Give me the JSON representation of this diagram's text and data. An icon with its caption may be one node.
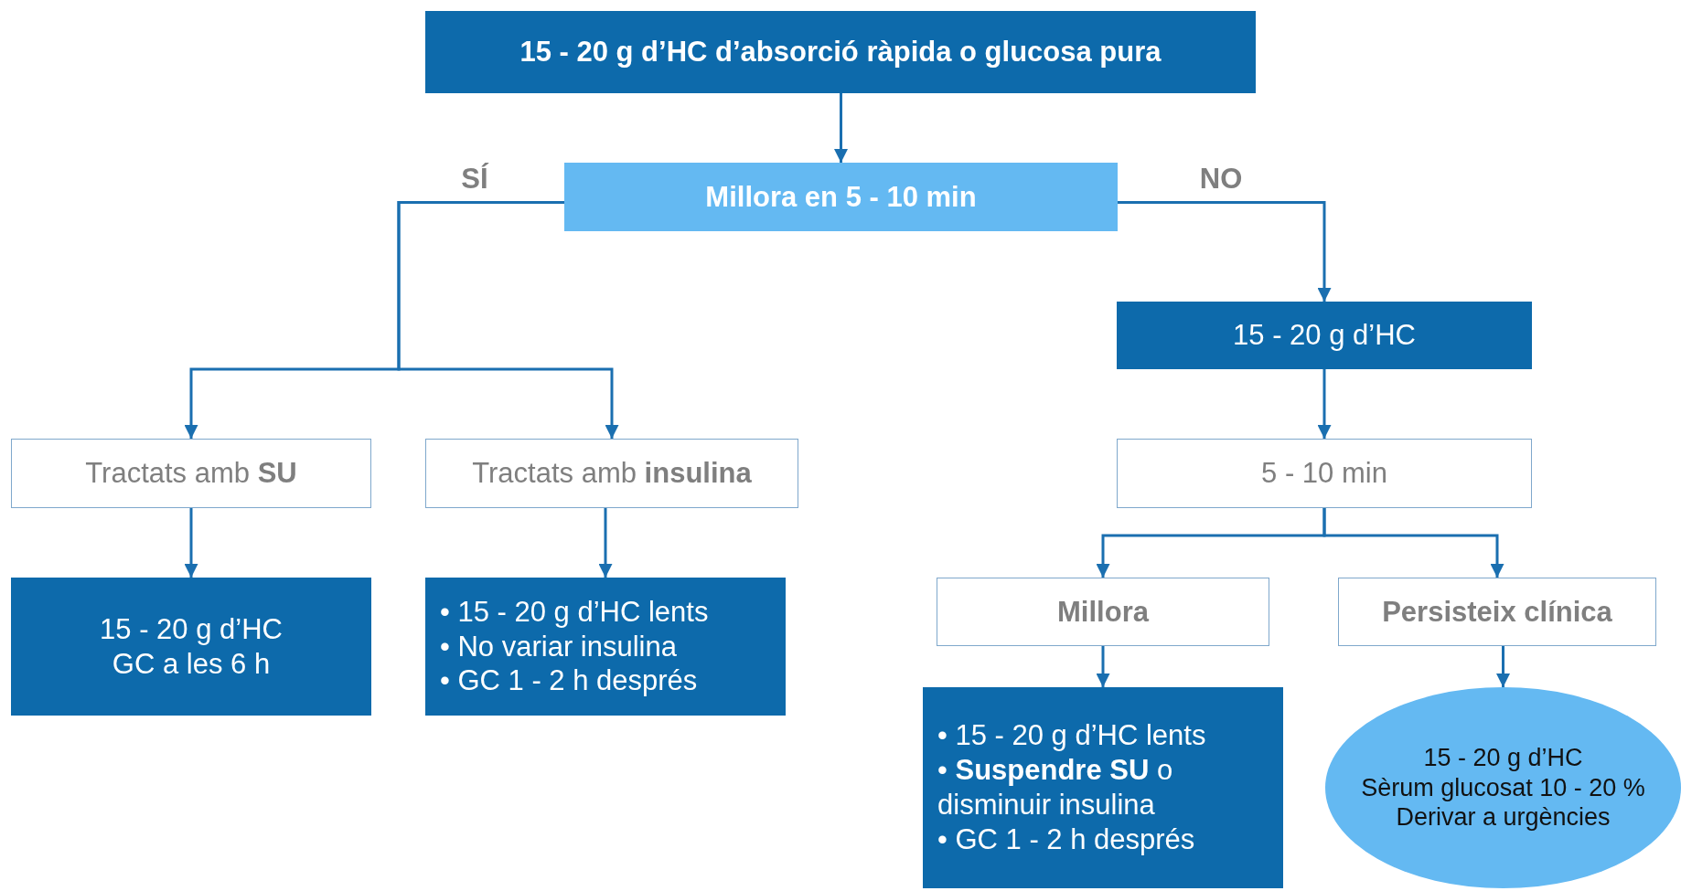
{
  "diagram": {
    "nodes": [
      {
        "text": [
          "15 - 20 g  d’HC d’absorció ràpida o glucosa pura"
        ]
      },
      {
        "text": [
          "Millora en 5 - 10 min"
        ]
      },
      {
        "text": [
          "15 - 20 g d’HC"
        ]
      },
      {
        "text": [
          "Tractats amb **SU**"
        ]
      },
      {
        "text": [
          "Tractats amb **insulina**"
        ]
      },
      {
        "text": [
          "5 - 10 min"
        ]
      },
      {
        "text": [
          "15 - 20 g d’HC",
          "GC a les 6 h"
        ]
      },
      {
        "text": [
          "• 15 - 20 g d’HC lents",
          "• No variar insulina",
          "• GC 1 - 2 h després"
        ]
      },
      {
        "text": [
          "Millora"
        ]
      },
      {
        "text": [
          "Persisteix clínica"
        ]
      },
      {
        "text": [
          "• 15 - 20 g d’HC lents",
          "• **Suspendre SU** o disminuir insulina",
          "• GC 1 - 2 h després"
        ]
      },
      {
        "text": [
          "15 - 20 g d’HC",
          "Sèrum glucosat 10 - 20 %",
          "Derivar a urgències"
        ]
      }
    ],
    "edges": [
      {
        "from": 0,
        "to": 1,
        "arrow": "to"
      },
      {
        "from": 1,
        "to": 3,
        "arrow": "to",
        "label": "SÍ"
      },
      {
        "from": 1,
        "to": 4,
        "arrow": "to"
      },
      {
        "from": 1,
        "to": 2,
        "arrow": "to",
        "label": "NO"
      },
      {
        "from": 2,
        "to": 5,
        "arrow": "to"
      },
      {
        "from": 3,
        "to": 6,
        "arrow": "to"
      },
      {
        "from": 4,
        "to": 7,
        "arrow": "to"
      },
      {
        "from": 5,
        "to": 8,
        "arrow": "to"
      },
      {
        "from": 5,
        "to": 9,
        "arrow": "to"
      },
      {
        "from": 8,
        "to": 10,
        "arrow": "to"
      },
      {
        "from": 9,
        "to": 11,
        "arrow": "to"
      }
    ]
  }
}
